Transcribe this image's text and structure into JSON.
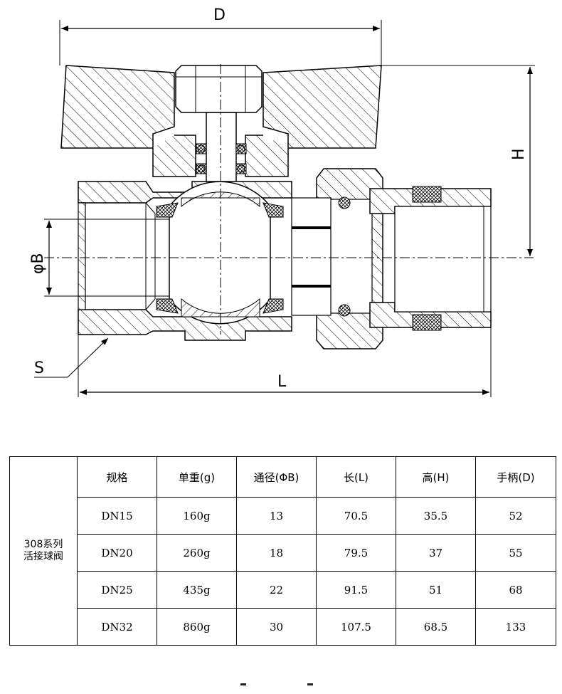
{
  "drawing": {
    "dim_labels": {
      "D": "D",
      "H": "H",
      "B": "φB",
      "S": "S",
      "L": "L"
    }
  },
  "table": {
    "series_label": [
      "308系列",
      "活接球阀"
    ],
    "headers": [
      "规格",
      "单重(g)",
      "通径(ΦB)",
      "长(L)",
      "高(H)",
      "手柄(D)"
    ],
    "rows": [
      [
        "DN15",
        "160g",
        "13",
        "70.5",
        "35.5",
        "52"
      ],
      [
        "DN20",
        "260g",
        "18",
        "79.5",
        "37",
        "55"
      ],
      [
        "DN25",
        "435g",
        "22",
        "91.5",
        "51",
        "68"
      ],
      [
        "DN32",
        "860g",
        "30",
        "107.5",
        "68.5",
        "133"
      ]
    ]
  }
}
